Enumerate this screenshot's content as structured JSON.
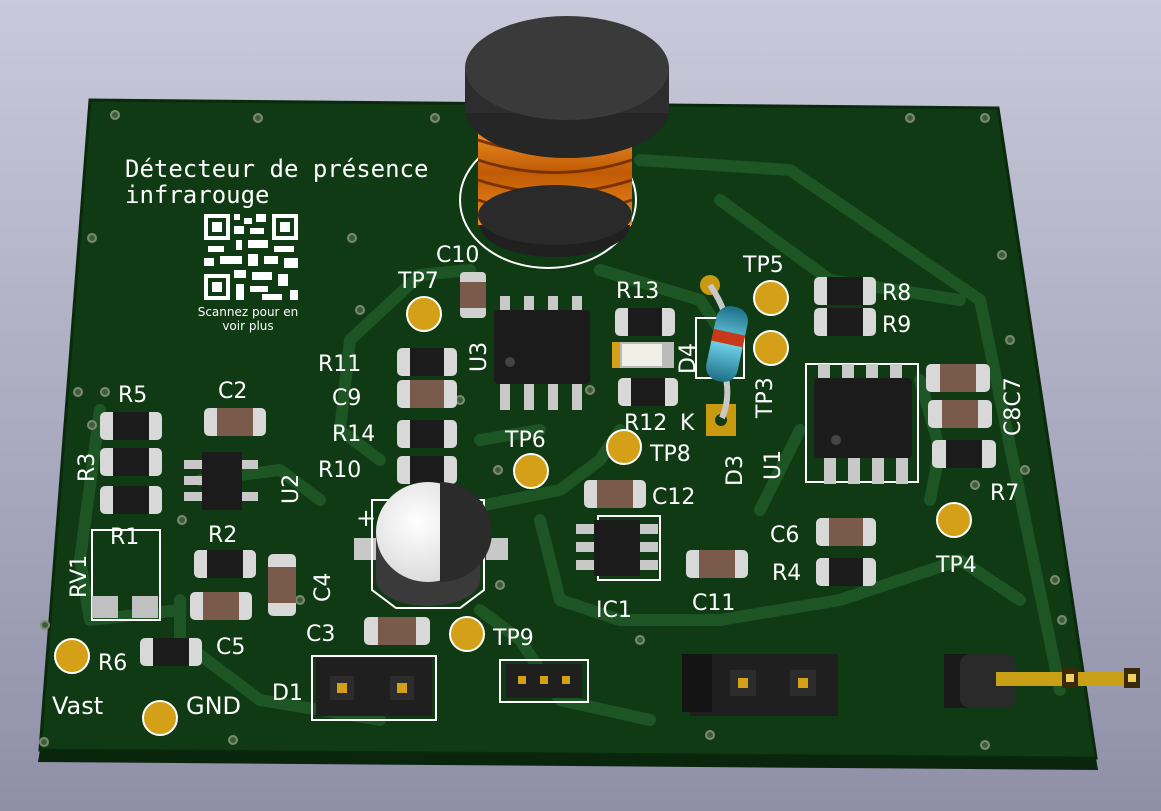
{
  "board": {
    "title_line1": "Détecteur de présence",
    "title_line2": "infrarouge",
    "qr_caption_line1": "Scannez pour en",
    "qr_caption_line2": "voir plus"
  },
  "refs": {
    "C10": "C10",
    "TP7": "TP7",
    "TP5": "TP5",
    "R13": "R13",
    "R8": "R8",
    "R9": "R9",
    "U3": "U3",
    "D4": "D4",
    "TP3": "TP3",
    "R11": "R11",
    "C9": "C9",
    "R14": "R14",
    "R10": "R10",
    "R12": "R12",
    "K": "K",
    "TP6": "TP6",
    "TP8": "TP8",
    "D3": "D3",
    "U1": "U1",
    "C8C7": "C8C7",
    "R7": "R7",
    "R5": "R5",
    "C2": "C2",
    "R3": "R3",
    "U2": "U2",
    "R1": "R1",
    "R2": "R2",
    "C12": "C12",
    "C6": "C6",
    "R4": "R4",
    "TP4": "TP4",
    "RV1": "RV1",
    "C4": "C4",
    "C5": "C5",
    "IC1": "IC1",
    "C11": "C11",
    "C3": "C3",
    "TP9": "TP9",
    "R6": "R6",
    "D1": "D1",
    "Vast": "Vast",
    "GND": "GND",
    "plus": "+"
  },
  "colors": {
    "pcb": "#0f3a13",
    "copper_trace": "#1d5524",
    "pad_gold": "#d4a017",
    "silk": "#ffffff",
    "coil_copper": "#e07a10"
  }
}
